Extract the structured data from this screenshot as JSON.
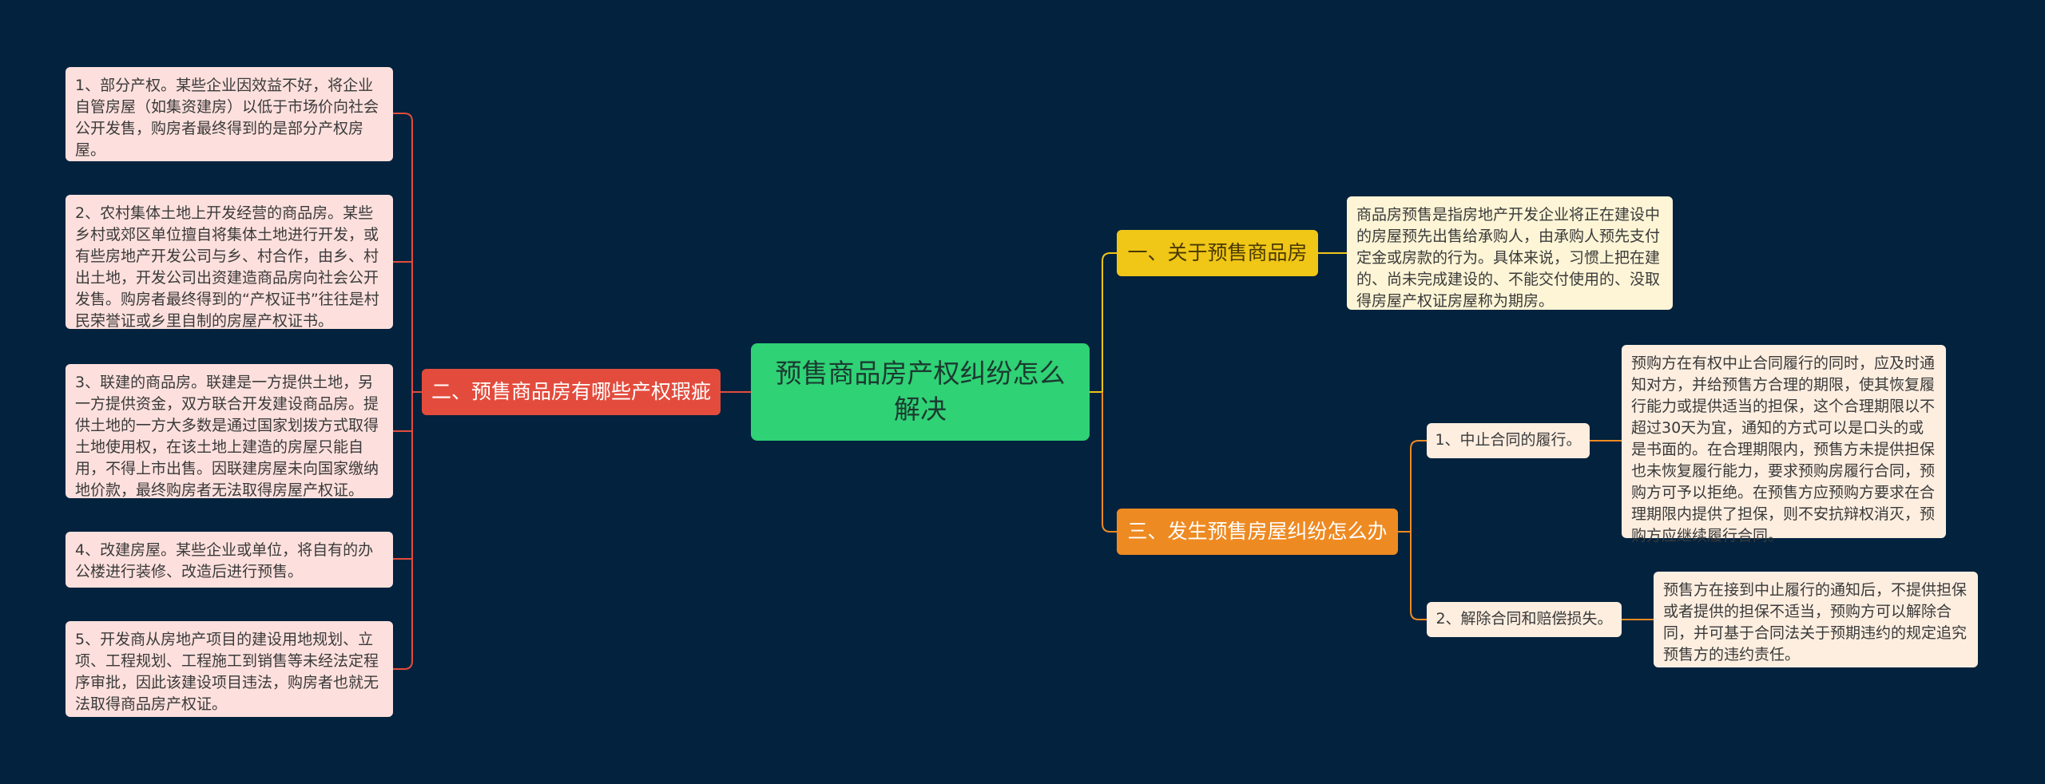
{
  "root": {
    "title": "预售商品房产权纠纷怎么解决"
  },
  "branches": {
    "left": {
      "label": "二、预售商品房有哪些产权瑕疵",
      "items": [
        "1、部分产权。某些企业因效益不好，将企业自管房屋（如集资建房）以低于市场价向社会公开发售，购房者最终得到的是部分产权房屋。",
        "2、农村集体土地上开发经营的商品房。某些乡村或郊区单位擅自将集体土地进行开发，或有些房地产开发公司与乡、村合作，由乡、村出土地，开发公司出资建造商品房向社会公开发售。购房者最终得到的“产权证书”往往是村民荣誉证或乡里自制的房屋产权证书。",
        "3、联建的商品房。联建是一方提供土地，另一方提供资金，双方联合开发建设商品房。提供土地的一方大多数是通过国家划拨方式取得土地使用权，在该土地上建造的房屋只能自用，不得上市出售。因联建房屋未向国家缴纳地价款，最终购房者无法取得房屋产权证。",
        "4、改建房屋。某些企业或单位，将自有的办公楼进行装修、改造后进行预售。",
        "5、开发商从房地产项目的建设用地规划、立项、工程规划、工程施工到销售等未经法定程序审批，因此该建设项目违法，购房者也就无法取得商品房产权证。"
      ]
    },
    "right1": {
      "label": "一、关于预售商品房",
      "detail": "商品房预售是指房地产开发企业将正在建设中的房屋预先出售给承购人，由承购人预先支付定金或房款的行为。具体来说，习惯上把在建的、尚未完成建设的、不能交付使用的、没取得房屋产权证房屋称为期房。"
    },
    "right3": {
      "label": "三、发生预售房屋纠纷怎么办",
      "subs": [
        {
          "label": "1、中止合同的履行。",
          "detail": "预购方在有权中止合同履行的同时，应及时通知对方，并给预售方合理的期限，使其恢复履行能力或提供适当的担保，这个合理期限以不超过30天为宜，通知的方式可以是口头的或是书面的。在合理期限内，预售方未提供担保也未恢复履行能力，要求预购房履行合同，预购方可予以拒绝。在预售方应预购方要求在合理期限内提供了担保，则不安抗辩权消灭，预购方应继续履行合同。"
        },
        {
          "label": "2、解除合同和赔偿损失。",
          "detail": "预售方在接到中止履行的通知后，不提供担保或者提供的担保不适当，预购方可以解除合同，并可基于合同法关于预期违约的规定追究预售方的违约责任。"
        }
      ]
    }
  },
  "colors": {
    "background": "#02223e",
    "root": "#2fd275",
    "left_branch": "#e34c3d",
    "right1_branch": "#f0c617",
    "right3_branch": "#ee8a22",
    "left_leaf": "#fde0dd",
    "right1_leaf": "#fdf5d6",
    "right3_leaf": "#fdeee0"
  }
}
